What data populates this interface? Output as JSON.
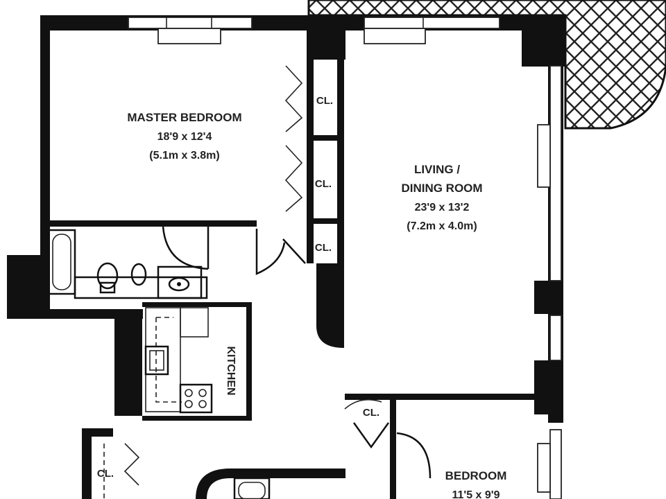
{
  "rooms": {
    "master_bedroom": {
      "name": "MASTER BEDROOM",
      "dim_imperial": "18'9 x 12'4",
      "dim_metric": "(5.1m x 3.8m)"
    },
    "living_dining": {
      "name_line1": "LIVING /",
      "name_line2": "DINING ROOM",
      "dim_imperial": "23'9 x 13'2",
      "dim_metric": "(7.2m x 4.0m)"
    },
    "kitchen": {
      "name": "KITCHEN"
    },
    "bedroom": {
      "name": "BEDROOM",
      "dim_imperial": "11'5 x 9'9"
    }
  },
  "closets": {
    "label": "CL."
  }
}
